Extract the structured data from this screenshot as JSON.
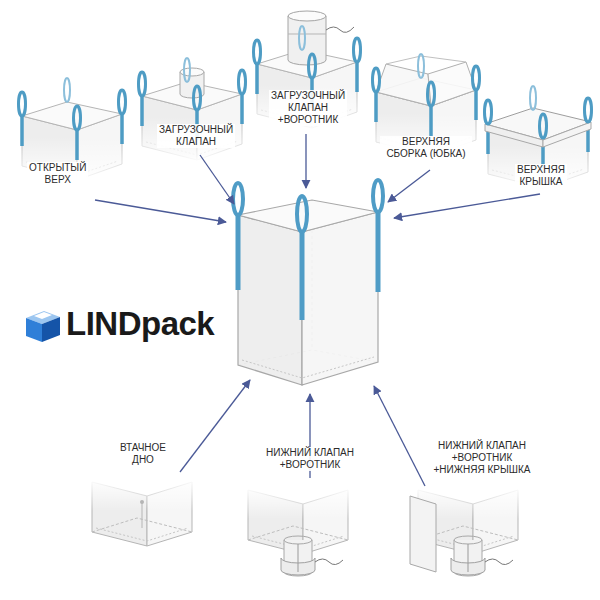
{
  "diagram": {
    "labels": [
      "ОТКРЫТЫЙ ВЕРХ",
      "ЗАГРУЗОЧНЫЙ КЛАПАН",
      "ЗАГРУЗОЧНЫЙ КЛАПАН +ВОРОТНИК",
      "ВЕРХНЯЯ СБОРКА (ЮБКА)",
      "ВЕРХНЯЯ КРЫШКА",
      "LINDpack",
      "ВТАЧНОЕ ДНО",
      "НИЖНИЙ КЛАПАН +ВОРОТНИК",
      "НИЖНИЙ КЛАПАН +ВОРОТНИК +НИЖНЯЯ КРЫШКА"
    ]
  }
}
